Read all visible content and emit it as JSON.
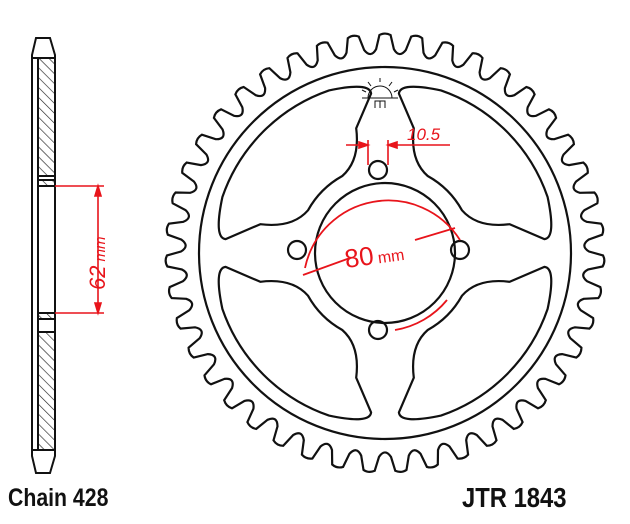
{
  "part": {
    "chain_label": "Chain 428",
    "part_number": "JTR 1843",
    "teeth": 43
  },
  "dimensions": {
    "bolt_hole_width": "10.5",
    "bolt_circle": "80",
    "bolt_circle_unit": "mm",
    "center_bore": "62",
    "center_bore_unit": "mm"
  },
  "colors": {
    "outline": "#111111",
    "dimension": "#e8141b"
  }
}
